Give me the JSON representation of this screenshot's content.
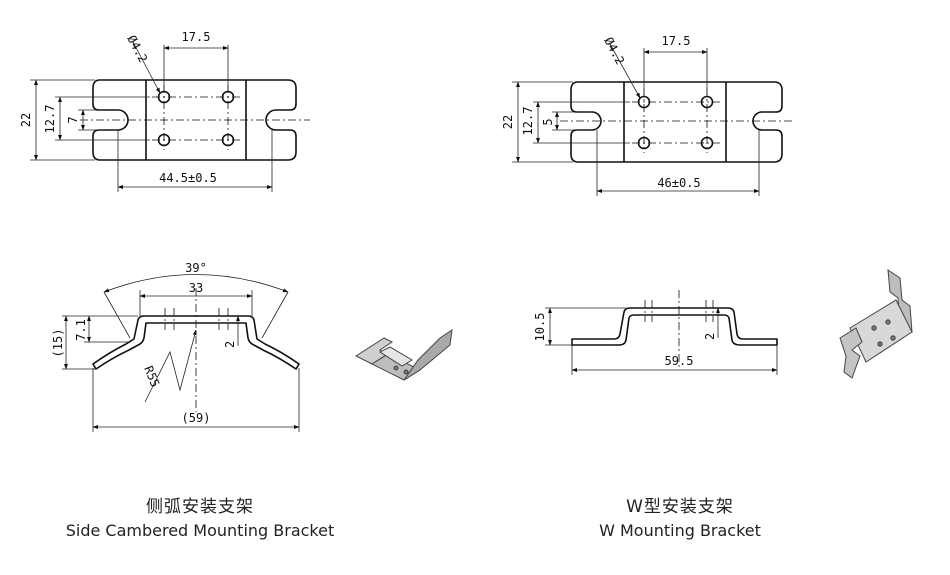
{
  "brackets": [
    {
      "caption_cn": "侧弧安装支架",
      "caption_en": "Side Cambered Mounting Bracket",
      "top_view": {
        "hole_dia": "Ø4.2",
        "hole_spacing": "17.5",
        "overall_width": "22",
        "slot_pitch": "12.7",
        "slot_width": "7",
        "length": "44.5±0.5"
      },
      "side_view": {
        "angle": "39°",
        "inner_span": "33",
        "flange_height": "7.1",
        "overall_height": "(15)",
        "thickness": "2",
        "radius": "R55",
        "overall_length": "(59)"
      }
    },
    {
      "caption_cn": "W型安装支架",
      "caption_en": "W Mounting Bracket",
      "top_view": {
        "hole_dia": "Ø4.2",
        "hole_spacing": "17.5",
        "overall_width": "22",
        "slot_pitch": "12.7",
        "slot_width": "5",
        "length": "46±0.5"
      },
      "side_view": {
        "height": "10.5",
        "thickness": "2",
        "overall_length": "59.5"
      }
    }
  ],
  "colors": {
    "line": "#111111",
    "dim": "#222222",
    "part": "#b8b8b8"
  }
}
